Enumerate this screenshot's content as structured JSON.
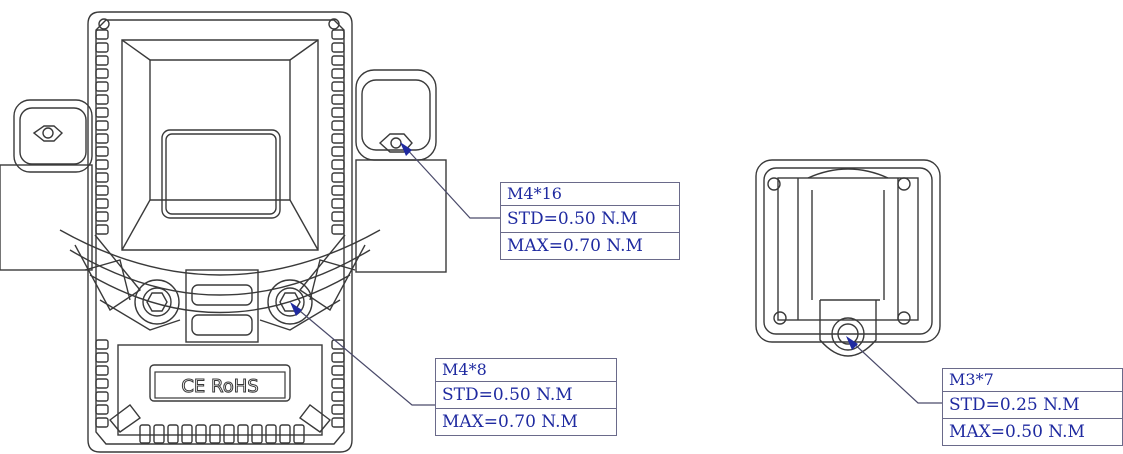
{
  "colors": {
    "line": "#3a3a3a",
    "annotation_text": "#1f2aa0",
    "leader": "#4a4a6a",
    "arrow": "#1f2aa0"
  },
  "callouts": [
    {
      "screw": "M4*16",
      "std": "STD=0.50 N.M",
      "max": "MAX=0.70 N.M"
    },
    {
      "screw": "M4*8",
      "std": "STD=0.50 N.M",
      "max": "MAX=0.70 N.M"
    },
    {
      "screw": "M3*7",
      "std": "STD=0.25 N.M",
      "max": "MAX=0.50 N.M"
    }
  ],
  "marking": "CE RoHS"
}
